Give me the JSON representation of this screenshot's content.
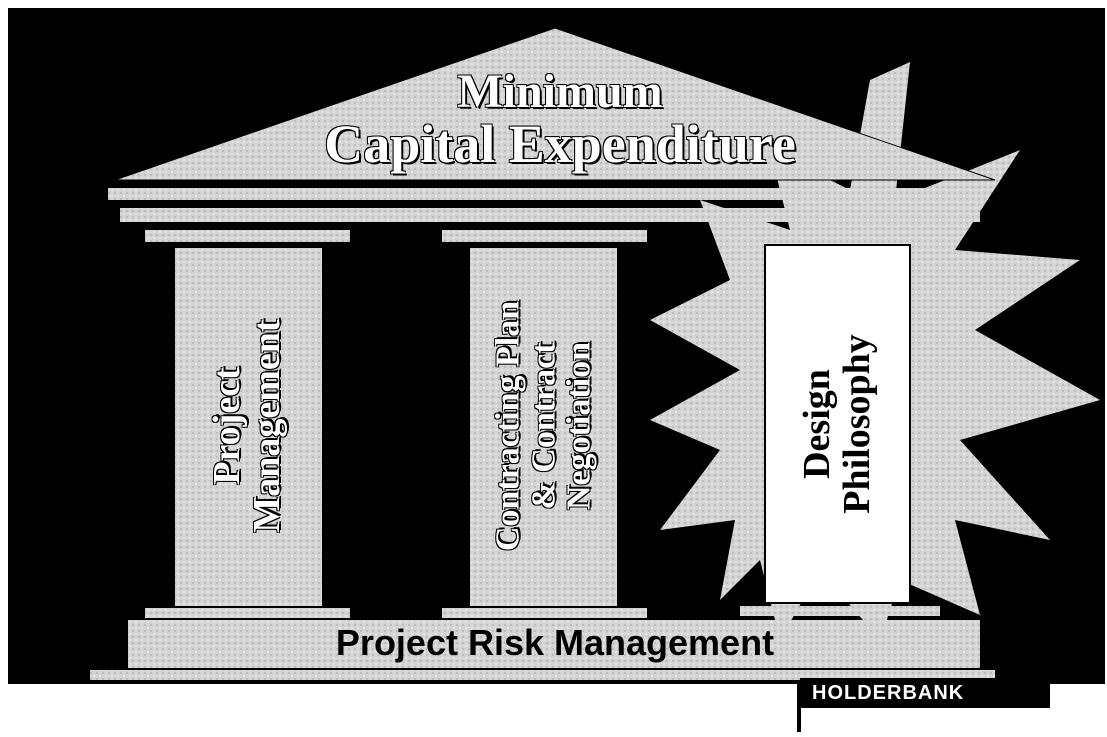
{
  "title": {
    "line1": "Minimum",
    "line2": "Capital Expenditure"
  },
  "pillars": [
    {
      "line1": "Project",
      "line2": "Management"
    },
    {
      "line1": "Contracting Plan",
      "line2": "& Contract",
      "line3": "Negotiation"
    },
    {
      "line1": "Design",
      "line2": "Philosophy"
    }
  ],
  "base": {
    "label": "Project Risk Management"
  },
  "logo": {
    "text": "HOLDERBANK"
  },
  "colors": {
    "background": "#000000",
    "stone": "#d8d8d8",
    "highlight": "#ffffff"
  }
}
